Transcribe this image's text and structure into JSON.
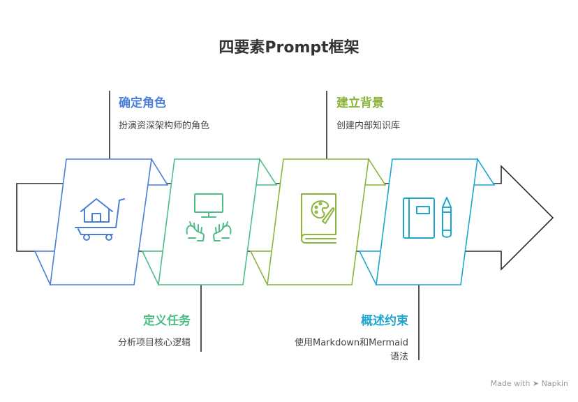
{
  "title": "四要素Prompt框架",
  "steps": [
    {
      "title": "确定角色",
      "desc": "扮演资深架构师的角色",
      "color": "#4a7ed8",
      "icon": "shopping-cart-house-icon"
    },
    {
      "title": "定义任务",
      "desc": "分析项目核心逻辑",
      "color": "#4cbe86",
      "icon": "computer-hands-icon"
    },
    {
      "title": "建立背景",
      "desc": "创建内部知识库",
      "color": "#8ab43a",
      "icon": "art-book-icon"
    },
    {
      "title": "概述约束",
      "desc_line1": "使用Markdown和Mermaid",
      "desc_line2": "语法",
      "color": "#1fa6cf",
      "icon": "notebook-pencil-icon"
    }
  ],
  "watermark": "Made with ➤ Napkin"
}
